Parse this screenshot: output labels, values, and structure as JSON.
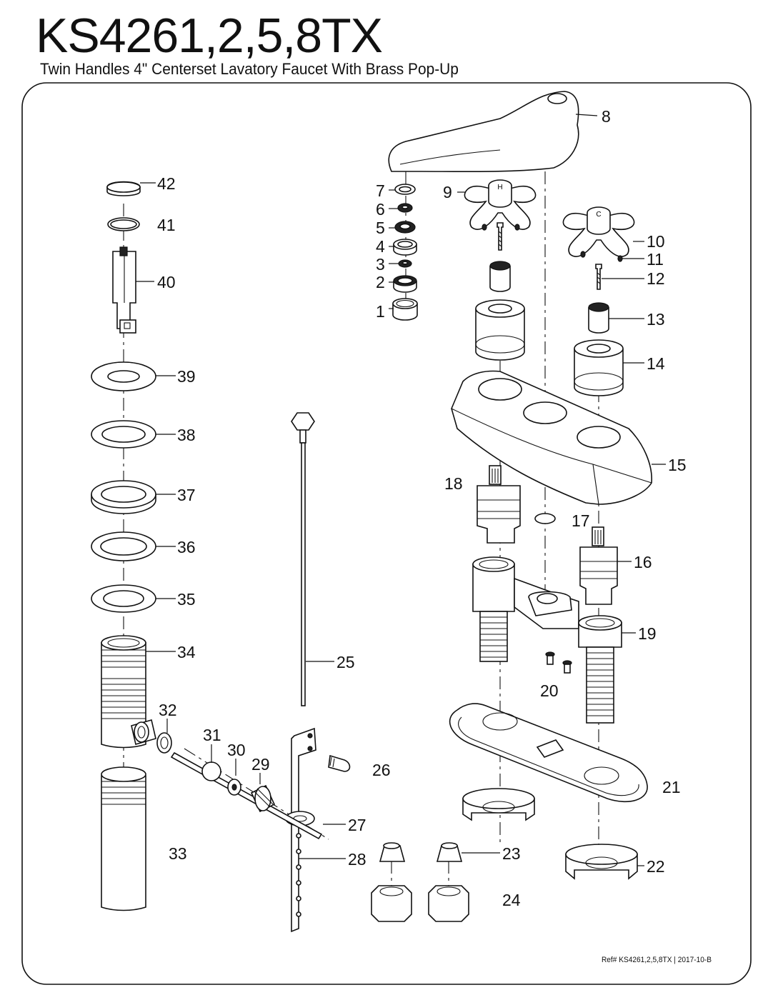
{
  "header": {
    "model": "KS4261,2,5,8TX",
    "subtitle": "Twin Handles 4\" Centerset Lavatory Faucet With Brass Pop-Up"
  },
  "footer": {
    "reference": "Ref# KS4261,2,5,8TX | 2017-10-B"
  },
  "callouts": [
    "1",
    "2",
    "3",
    "4",
    "5",
    "6",
    "7",
    "8",
    "9",
    "10",
    "11",
    "12",
    "13",
    "14",
    "15",
    "16",
    "17",
    "18",
    "19",
    "20",
    "21",
    "22",
    "23",
    "24",
    "25",
    "26",
    "27",
    "28",
    "29",
    "30",
    "31",
    "32",
    "33",
    "34",
    "35",
    "36",
    "37",
    "38",
    "39",
    "40",
    "41",
    "42"
  ],
  "handle_markings": {
    "hot": "H",
    "cold": "C"
  }
}
